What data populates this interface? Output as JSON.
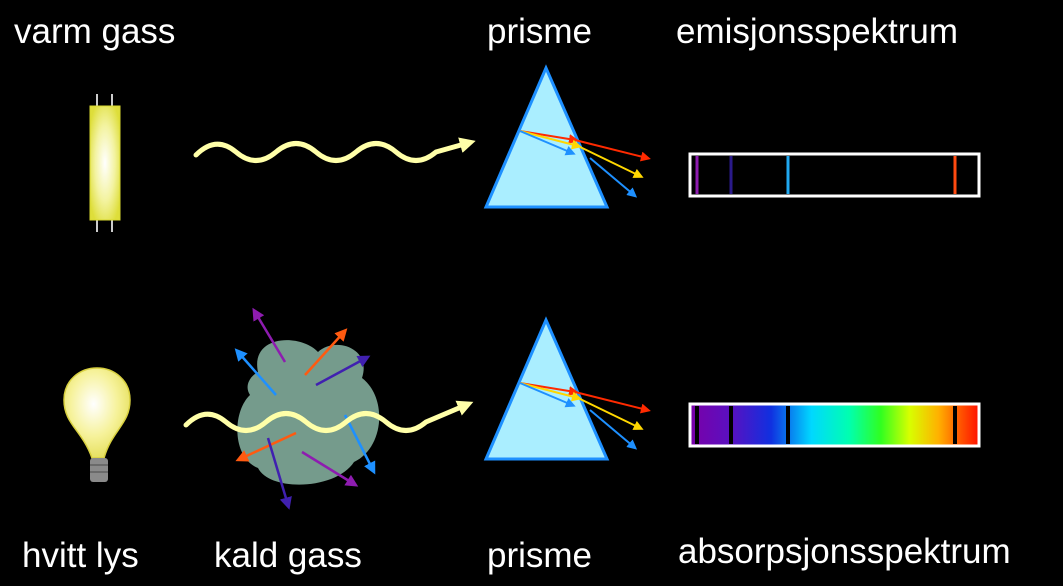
{
  "labels": {
    "hot_gas": "varm gass",
    "prism_top": "prisme",
    "emission_spectrum": "emisjonsspektrum",
    "white_light": "hvitt lys",
    "cold_gas": "kald gass",
    "prism_bottom": "prisme",
    "absorption_spectrum": "absorpsjonsspektrum"
  },
  "colors": {
    "background": "#000000",
    "prism_fill": "#aaeeff",
    "prism_stroke": "#1e90ff",
    "light_wave": "#ffffa8",
    "gas_cloud": "#7fa898",
    "tube": "#eaea4a",
    "bulb": "#f4f08a",
    "ray_red": "#ff2a00",
    "ray_yellow": "#ffd700",
    "ray_blue": "#1e90ff",
    "ray_violet": "#8e1cb0",
    "ray_indigo": "#4020b0",
    "ray_orange": "#ff5a10"
  },
  "emission_lines": [
    {
      "color": "#8e1cb0"
    },
    {
      "color": "#2a1a8a"
    },
    {
      "color": "#20a8f0"
    },
    {
      "color": "#ff4a10"
    }
  ]
}
